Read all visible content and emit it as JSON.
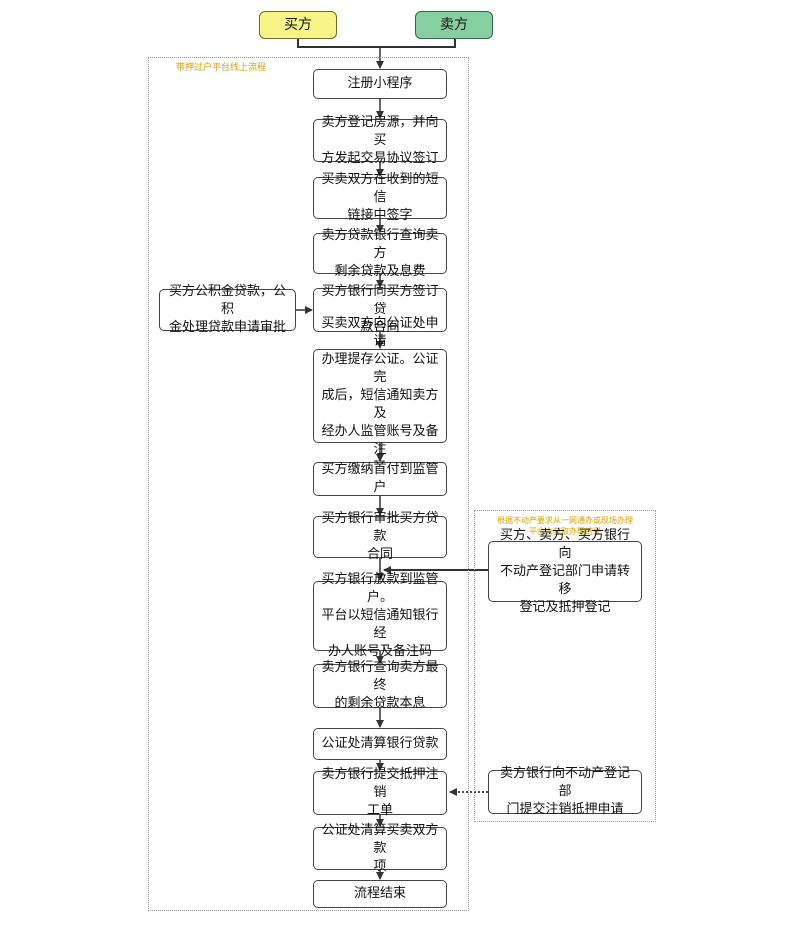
{
  "parties": {
    "buyer": "买方",
    "seller": "卖方"
  },
  "region_main_label": "带押过户平台线上流程",
  "region_side_label": "根据不动产要求从一网通办或现场办理\n平台会获取办理结果",
  "steps": [
    "注册小程序",
    "卖方登记房源，并向买\n方发起交易协议签订",
    "买卖双方在收到的短信\n链接中签字",
    "卖方贷款银行查询卖方\n剩余贷款及息费",
    "买方银行同买方签订贷\n款合同",
    "买卖双方向公证处申请\n办理提存公证。公证完\n成后，短信通知卖方及\n经办人监管账号及备注\n码",
    "买方缴纳首付到监管户",
    "买方银行审批买方贷款\n合同",
    "买方银行放款到监管\n户。\n平台以短信通知银行经\n办人账号及备注码",
    "卖方银行查询卖方最终\n的剩余贷款本息",
    "公证处清算银行贷款",
    "卖方银行提交抵押注销\n工单",
    "公证处清算买卖双方款\n项",
    "流程结束"
  ],
  "side_steps": {
    "provident_fund": "买方公积金贷款，公积\n金处理贷款申请审批",
    "transfer_registration": "买方、卖方、买方银行向\n不动产登记部门申请转移\n登记及抵押登记",
    "mortgage_cancel": "卖方银行向不动产登记部\n门提交注销抵押申请"
  },
  "colors": {
    "buyer_fill": "#f6f586",
    "seller_fill": "#86cfa0",
    "region_label": "#d4a100"
  }
}
